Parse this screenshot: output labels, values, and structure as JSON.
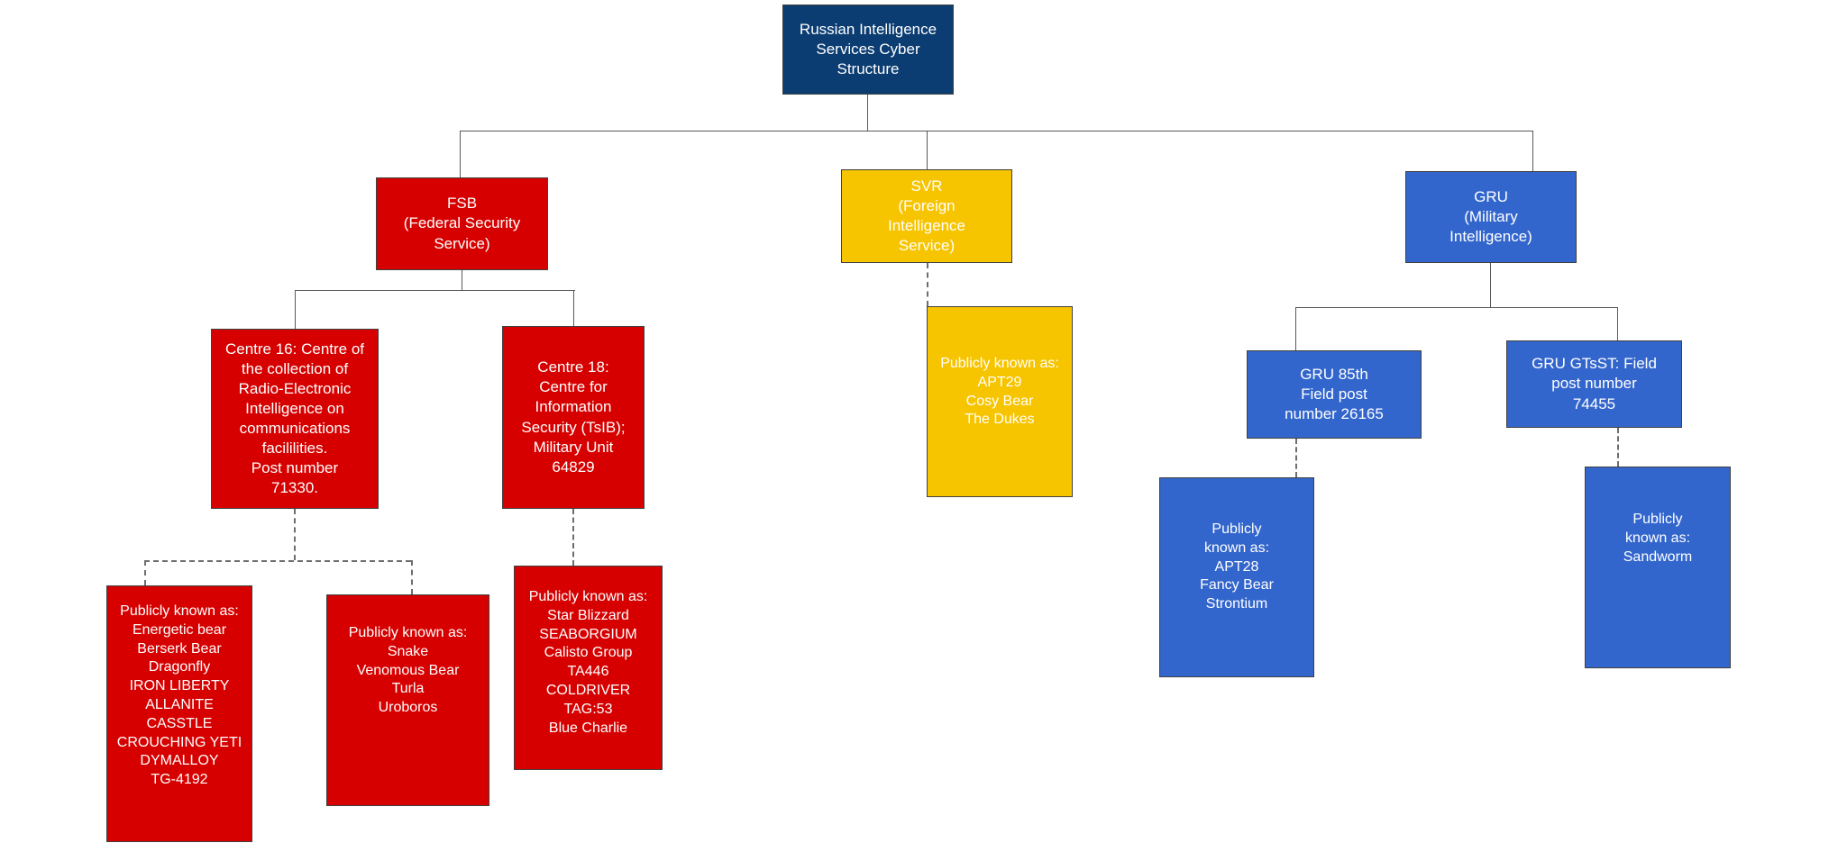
{
  "diagram": {
    "title": "Russian Intelligence Services Cyber Structure",
    "type": "organizational-hierarchy-chart",
    "colors": {
      "root": "#0B3D72",
      "fsb": "#D60000",
      "svr": "#F7C400",
      "gru": "#3366CC",
      "connector": "#595959",
      "background": "#FFFFFF"
    }
  },
  "nodes": {
    "root": {
      "label": "Russian Intelligence\nServices Cyber\nStructure"
    },
    "fsb": {
      "label": "FSB\n(Federal Security\nService)"
    },
    "svr": {
      "label": "SVR\n(Foreign\nIntelligence\nService)"
    },
    "gru": {
      "label": "GRU\n(Military\nIntelligence)"
    },
    "centre16": {
      "label": "Centre 16: Centre of\nthe collection of\nRadio-Electronic\nIntelligence on\ncommunications\nfacililities.\nPost number\n71330."
    },
    "centre18": {
      "label": "Centre 18:\nCentre for\nInformation\nSecurity (TsIB);\nMilitary Unit\n64829"
    },
    "energetic_bear": {
      "label": "Publicly known as:\nEnergetic bear\nBerserk Bear\nDragonfly\nIRON LIBERTY\nALLANITE\nCASSTLE\nCROUCHING  YETI\nDYMALLOY\nTG-4192"
    },
    "snake_turla": {
      "label": "Publicly known as:\nSnake\nVenomous Bear\nTurla\nUroboros"
    },
    "star_blizzard": {
      "label": "Publicly known as:\nStar Blizzard\nSEABORGIUM\nCalisto Group\nTA446\nCOLDRIVER\nTAG:53\nBlue Charlie"
    },
    "apt29": {
      "label": "Publicly known as:\nAPT29\nCosy Bear\nThe Dukes"
    },
    "gru85": {
      "label": "GRU 85th\nField post\nnumber 26165"
    },
    "gru_gtsst": {
      "label": "GRU GTsST: Field\npost number\n74455"
    },
    "apt28": {
      "label": "Publicly\nknown as:\nAPT28\nFancy Bear\nStrontium"
    },
    "sandworm": {
      "label": "Publicly\nknown as:\nSandworm"
    }
  }
}
